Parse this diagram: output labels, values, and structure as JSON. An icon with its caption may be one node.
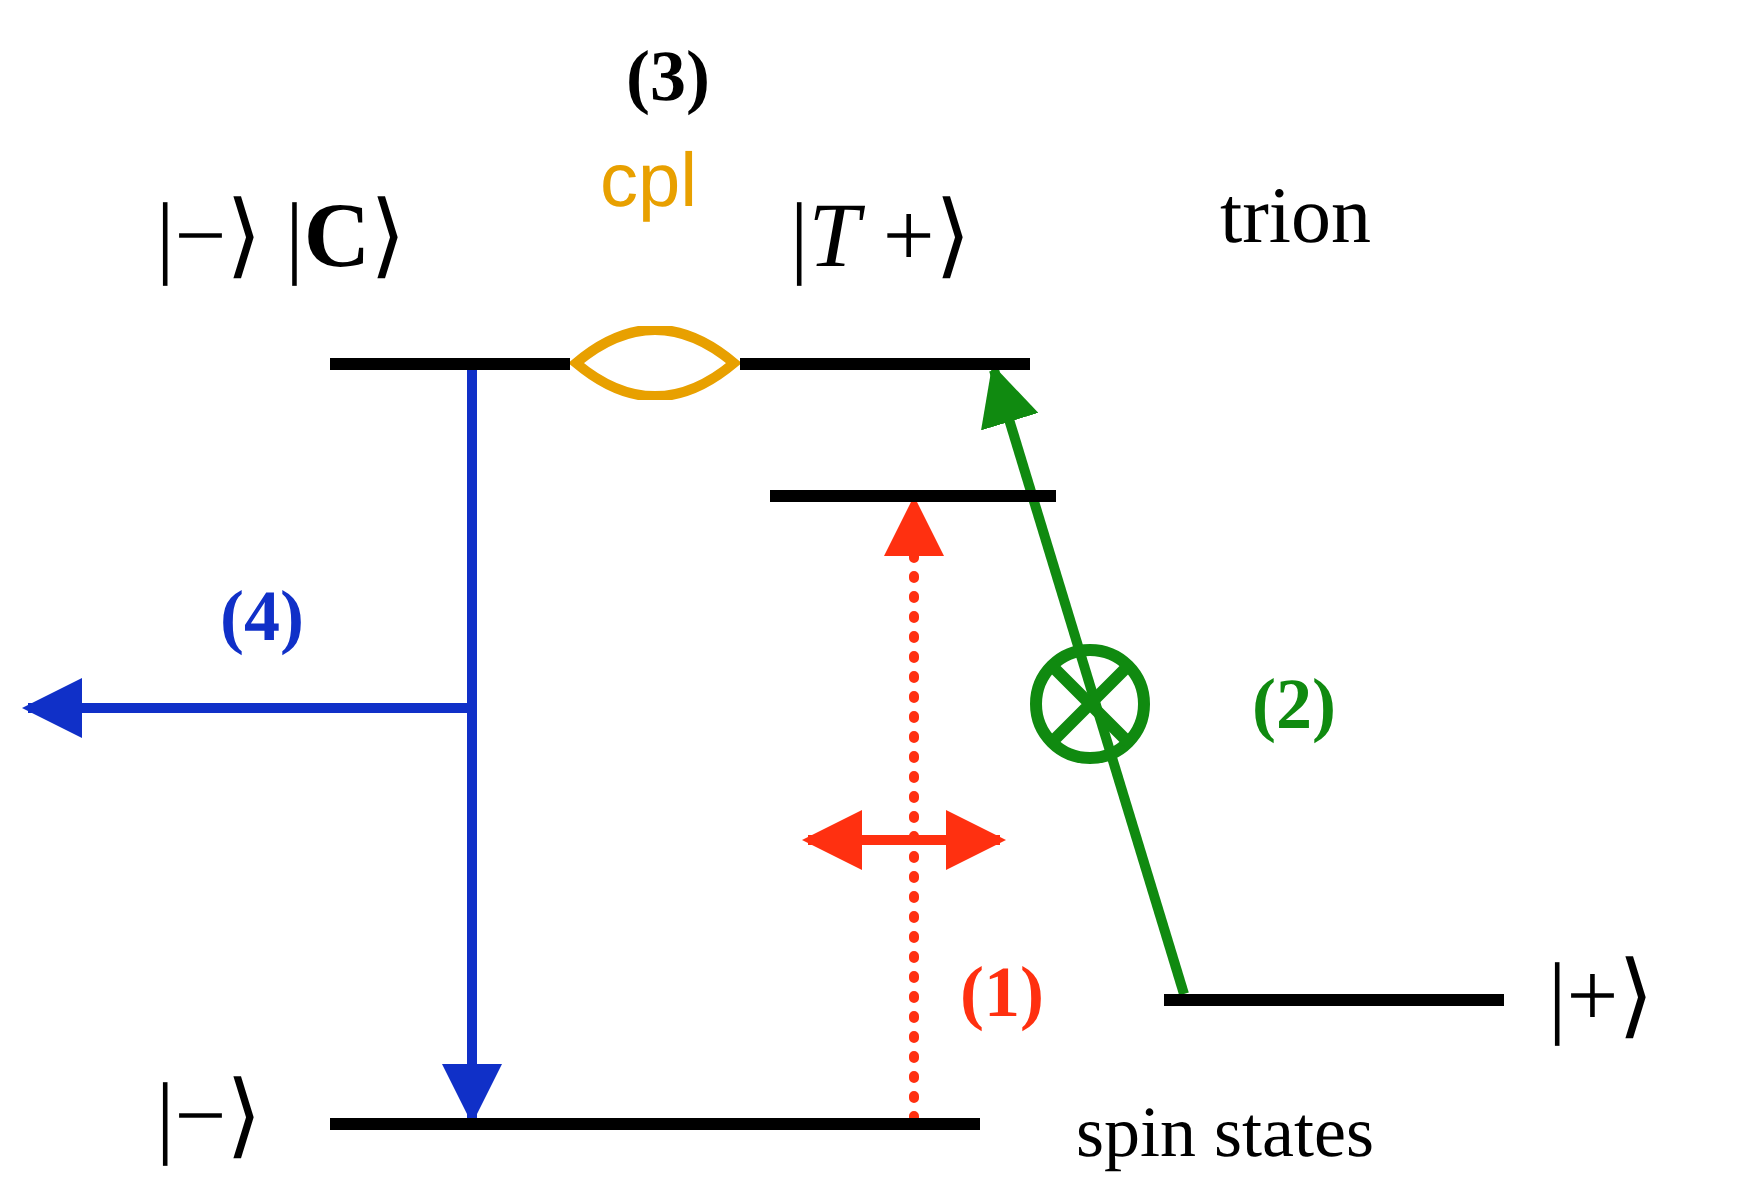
{
  "diagram": {
    "nodes": [
      {
        "text": [
          "|−⟩ |**C**⟩"
        ]
      },
      {
        "text": [
          "|*T* +⟩"
        ]
      },
      {
        "text": [
          "(3)",
          "cpl"
        ]
      },
      {
        "text": [],
        "shape": "bar"
      },
      {
        "text": [
          "|−⟩"
        ]
      },
      {
        "text": [
          "|+⟩"
        ]
      }
    ],
    "edges": [
      {
        "from": 0,
        "to": 4,
        "arrow": "to",
        "color": "#1030c8"
      },
      {
        "from": 0,
        "to": null,
        "arrow": "to",
        "label": "(4)",
        "color": "#1030c8"
      },
      {
        "from": 4,
        "to": 3,
        "arrow": "to",
        "label": "(1)",
        "style": "dashed",
        "color": "#ff3010"
      },
      {
        "from": 5,
        "to": 1,
        "arrow": "to",
        "label": "(2)",
        "color": "#108a10"
      }
    ],
    "labels": [
      "trion",
      "spin states"
    ]
  }
}
